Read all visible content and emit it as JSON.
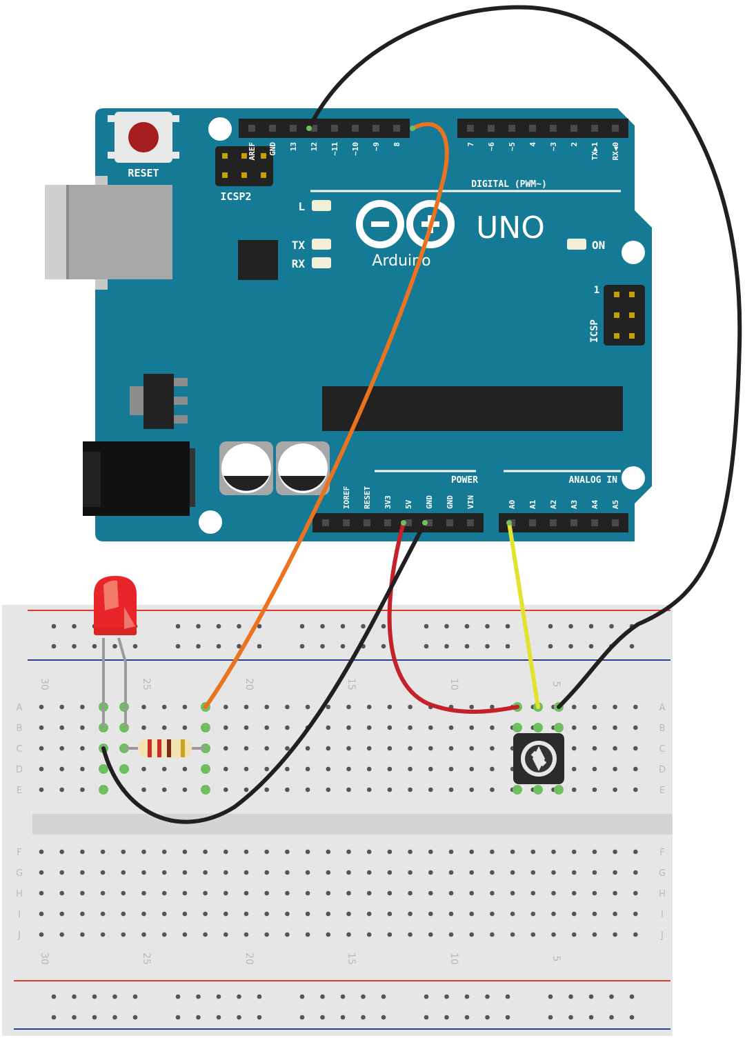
{
  "board": {
    "reset_label": "RESET",
    "icsp2_label": "ICSP2",
    "icsp_label": "ICSP",
    "icsp_pin_one": "1",
    "l_led_label": "L",
    "tx_label": "TX",
    "rx_label": "RX",
    "on_label": "ON",
    "logo_model": "UNO",
    "logo_name": "Arduino",
    "digital_label": "DIGITAL (PWM~)",
    "power_label": "POWER",
    "analog_label": "ANALOG IN",
    "digital_pins_left": [
      "AREF",
      "GND",
      "13",
      "12",
      "~11",
      "~10",
      "~9",
      "8"
    ],
    "digital_pins_right": [
      "7",
      "~6",
      "~5",
      "4",
      "~3",
      "2",
      "TX▶1",
      "RX◀0"
    ],
    "power_pins": [
      "",
      "IOREF",
      "RESET",
      "3V3",
      "5V",
      "GND",
      "GND",
      "VIN"
    ],
    "analog_pins": [
      "A0",
      "A1",
      "A2",
      "A3",
      "A4",
      "A5"
    ]
  },
  "breadboard": {
    "row_letters_top": [
      "A",
      "B",
      "C",
      "D",
      "E"
    ],
    "row_letters_bottom": [
      "F",
      "G",
      "H",
      "I",
      "J"
    ],
    "column_numbers_top": [
      "30",
      "25",
      "20",
      "15",
      "10",
      "5"
    ],
    "column_numbers_bottom": [
      "30",
      "25",
      "20",
      "15",
      "10",
      "5"
    ]
  },
  "components": {
    "led": "red-led",
    "resistor": "resistor",
    "potentiometer": "potentiometer"
  },
  "colors": {
    "board": "#157a96",
    "wire_orange": "#e9731f",
    "wire_red": "#c6212a",
    "wire_yellow": "#e3e231",
    "wire_black": "#231f20",
    "led_red": "#e8262a",
    "pin_highlight": "#6fbf62",
    "rail_red": "#e23a2c",
    "rail_blue": "#2c3e94"
  }
}
